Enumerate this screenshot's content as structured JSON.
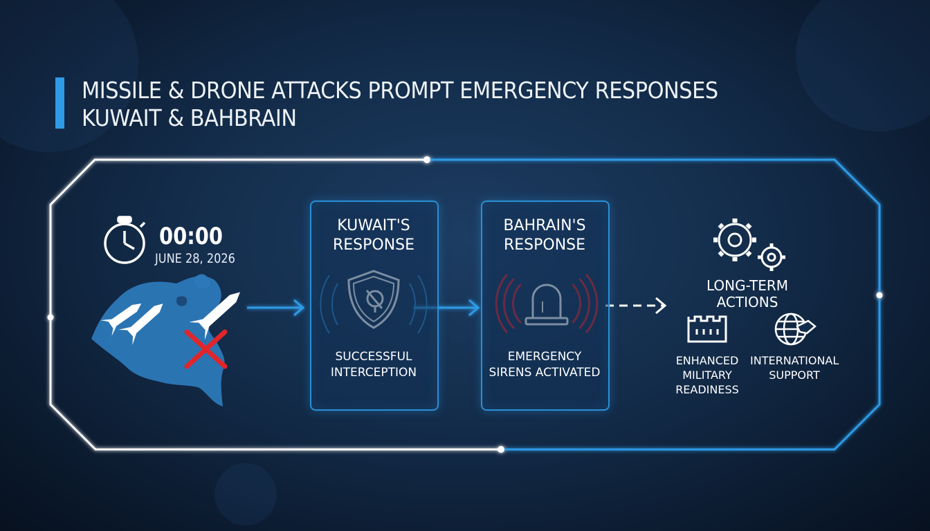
{
  "title": {
    "line1": "MISSILE & DRONE ATTACKS PROMPT EMERGENCY RESPONSES",
    "line2": "KUWAIT & BAHBRAIN"
  },
  "timer": {
    "time": "00:00",
    "date": "JUNE 28, 2026",
    "icon": "stopwatch-icon"
  },
  "map": {
    "icons": [
      "missile-icon",
      "missile-icon",
      "missile-icon",
      "cross-mark-icon"
    ],
    "cross_color": "#e0262b"
  },
  "kuwait": {
    "heading_line1": "KUWAIT'S",
    "heading_line2": "RESPONSE",
    "icon": "shield-radar-icon",
    "status_line1": "SUCCESSFUL",
    "status_line2": "INTERCEPTION"
  },
  "bahrain": {
    "heading_line1": "BAHRAIN'S",
    "heading_line2": "RESPONSE",
    "icon": "siren-icon",
    "status_line1": "EMERGENCY",
    "status_line2": "SIRENS ACTIVATED",
    "siren_wave_color": "#d9232a"
  },
  "long_term": {
    "icon": "gears-icon",
    "heading": "LONG-TERM ACTIONS",
    "items": [
      {
        "icon": "fortress-icon",
        "lines": [
          "ENHANCED",
          "MILITARY",
          "READINESS"
        ]
      },
      {
        "icon": "globe-handshake-icon",
        "lines": [
          "INTERNATIONAL",
          "SUPPORT"
        ]
      }
    ]
  },
  "colors": {
    "accent": "#2f9be6",
    "frame_left": "#ffffff",
    "frame_right": "#2f9be6",
    "background": "#132c4a"
  }
}
